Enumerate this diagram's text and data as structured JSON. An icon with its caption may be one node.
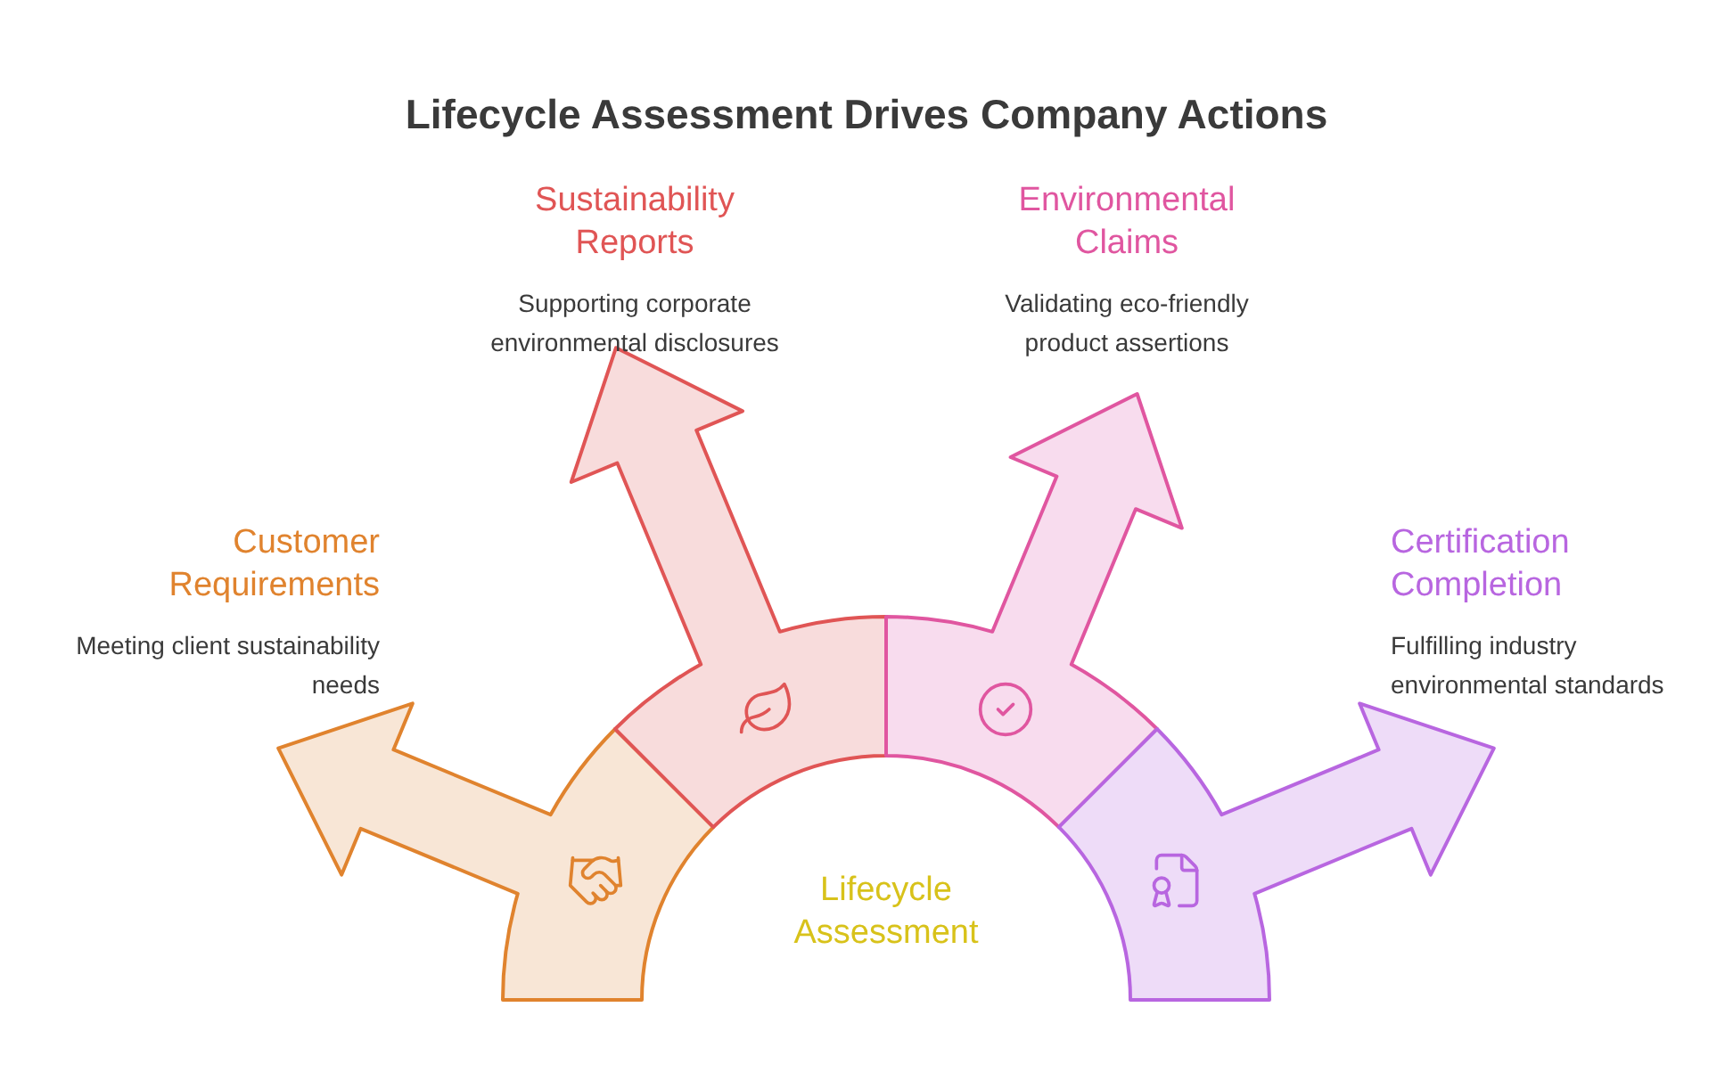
{
  "diagram": {
    "title": "Lifecycle Assessment Drives Company Actions",
    "nodes": [
      {
        "text": [
          "Lifecycle Assessment"
        ]
      },
      {
        "text": [
          "Customer Requirements",
          "Meeting client sustainability needs"
        ]
      },
      {
        "text": [
          "Sustainability Reports",
          "Supporting corporate environmental disclosures"
        ]
      },
      {
        "text": [
          "Environmental Claims",
          "Validating eco-friendly product assertions"
        ]
      },
      {
        "text": [
          "Certification Completion",
          "Fulfilling industry environmental standards"
        ]
      }
    ]
  }
}
